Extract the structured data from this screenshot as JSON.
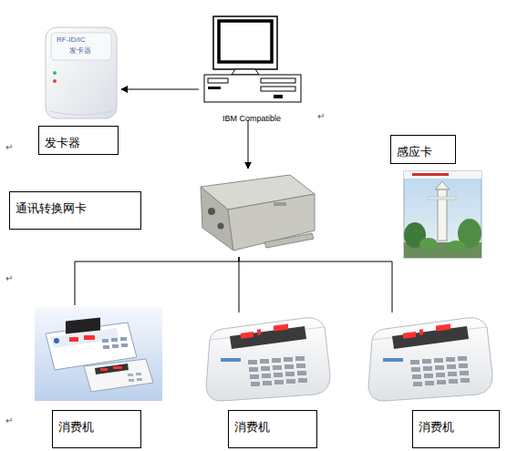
{
  "diagram": {
    "nodes": [
      {
        "text": [
          "发卡器"
        ]
      },
      {
        "text": [
          "IBM Compatible"
        ]
      },
      {
        "text": [
          "通讯转换网卡"
        ]
      },
      {
        "text": [
          "感应卡"
        ]
      },
      {
        "text": [
          "消费机"
        ]
      },
      {
        "text": [
          "消费机"
        ]
      },
      {
        "text": [
          "消费机"
        ]
      }
    ],
    "edges": [
      {
        "from": 1,
        "to": 0,
        "arrow": "to"
      },
      {
        "from": 1,
        "to": 2,
        "arrow": "to"
      },
      {
        "from": 2,
        "to": 4,
        "arrow": "none"
      },
      {
        "from": 2,
        "to": 5,
        "arrow": "none"
      },
      {
        "from": 2,
        "to": 6,
        "arrow": "none"
      }
    ],
    "labels": [
      "RF-ID/IC",
      "发卡器",
      "↵",
      "↵",
      "↵",
      "↵"
    ]
  }
}
